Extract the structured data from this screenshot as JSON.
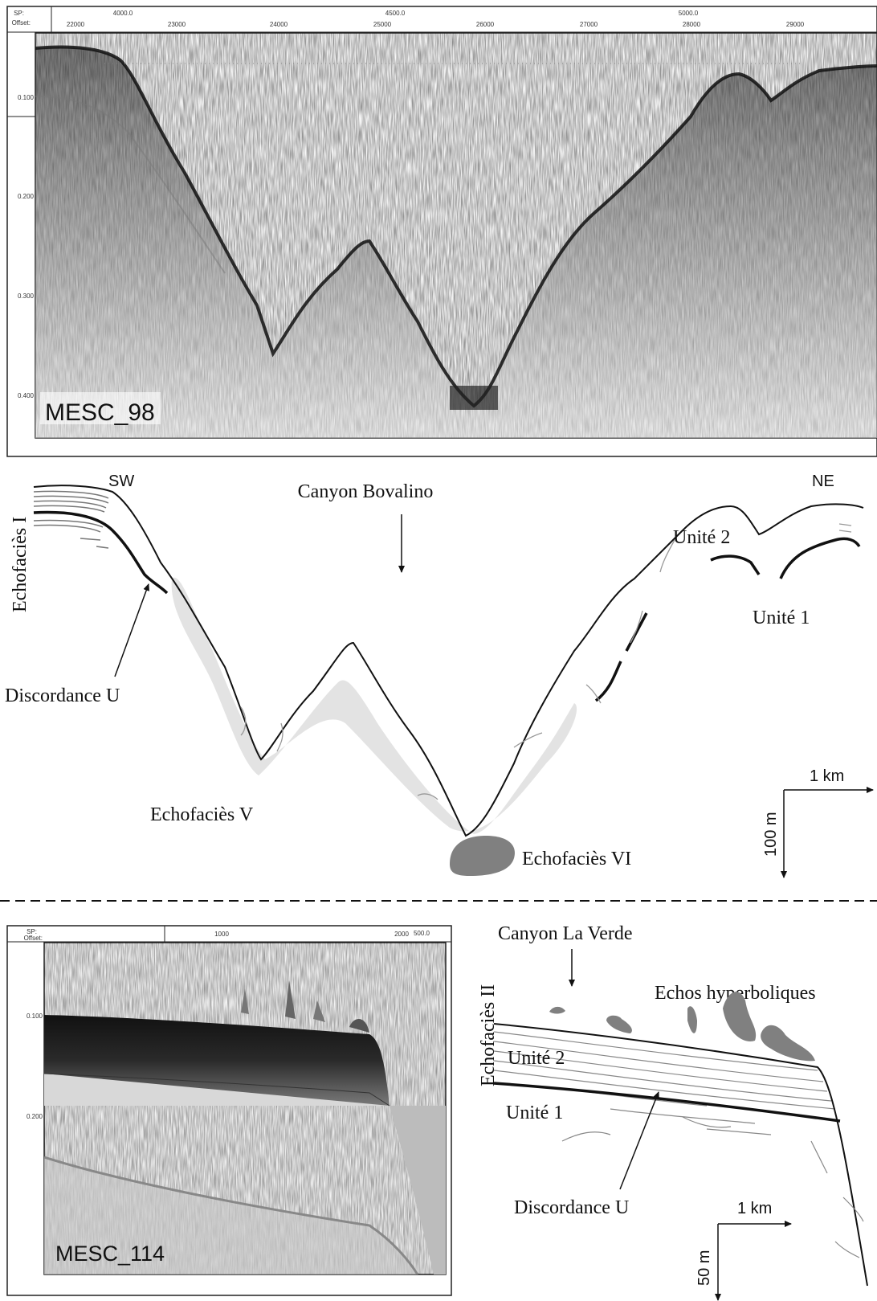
{
  "top_panel": {
    "profile_name": "MESC_98",
    "header": {
      "sp_label": "SP:",
      "offset_label": "Offset:"
    },
    "sp_ticks": [
      "4000.0",
      "4500.0",
      "5000.0"
    ],
    "offset_ticks": [
      "22000",
      "23000",
      "24000",
      "25000",
      "26000",
      "27000",
      "28000",
      "29000"
    ],
    "y_ticks": [
      "0.100",
      "0.200",
      "0.300",
      "0.400"
    ]
  },
  "interpretation_top": {
    "direction_left": "SW",
    "direction_right": "NE",
    "canyon_label": "Canyon Bovalino",
    "echofacies_i": "Echofaciès I",
    "unit2": "Unité 2",
    "unit1": "Unité 1",
    "discordance": "Discordance U",
    "echofacies_v": "Echofaciès V",
    "echofacies_vi": "Echofaciès VI",
    "scale_h": "1 km",
    "scale_v": "100 m"
  },
  "bottom_panel": {
    "profile_name": "MESC_114",
    "header": {
      "sp_label": "SP:",
      "offset_label": "Offset:"
    },
    "sp_ticks": [
      "500.0"
    ],
    "offset_ticks": [
      "1000",
      "2000"
    ],
    "y_ticks": [
      "0.100",
      "0.200"
    ]
  },
  "interpretation_bottom": {
    "canyon_label": "Canyon La Verde",
    "echos": "Echos hyperboliques",
    "echofacies_ii": "Echofaciès II",
    "unit2": "Unité 2",
    "unit1": "Unité 1",
    "discordance": "Discordance U",
    "scale_h": "1 km",
    "scale_v": "50 m"
  }
}
